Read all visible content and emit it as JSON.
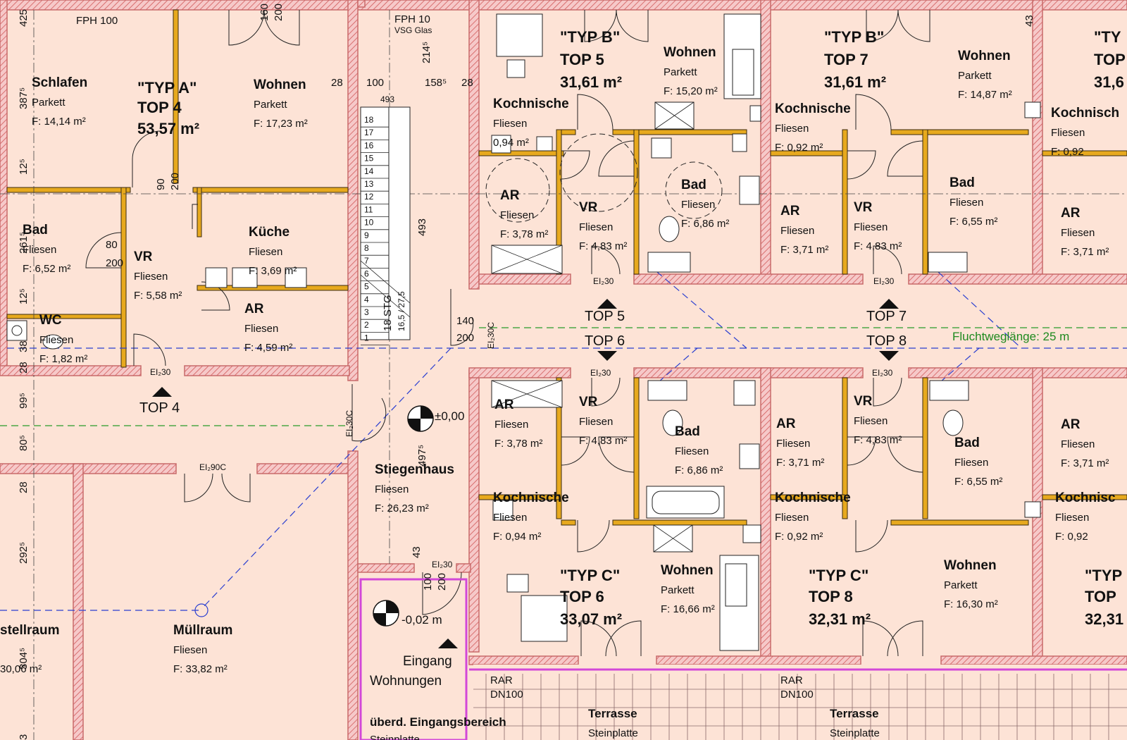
{
  "apartments": [
    {
      "type": "\"TYP A\"",
      "top": "TOP 4",
      "area": "53,57 m²"
    },
    {
      "type": "\"TYP B\"",
      "top": "TOP 5",
      "area": "31,61 m²"
    },
    {
      "type": "\"TYP B\"",
      "top": "TOP 7",
      "area": "31,61 m²"
    },
    {
      "type": "\"TYP C\"",
      "top": "TOP 6",
      "area": "33,07 m²"
    },
    {
      "type": "\"TYP C\"",
      "top": "TOP 8",
      "area": "32,31 m²"
    },
    {
      "type": "\"TY",
      "top": "TOP",
      "area": "31,6"
    },
    {
      "type": "\"TYP",
      "top": "TOP",
      "area": "32,31"
    }
  ],
  "rooms": [
    {
      "name": "Schlafen",
      "floor": "Parkett",
      "area": "F: 14,14 m²"
    },
    {
      "name": "Wohnen",
      "floor": "Parkett",
      "area": "F: 17,23 m²"
    },
    {
      "name": "Bad",
      "floor": "Fliesen",
      "area": "F: 6,52 m²"
    },
    {
      "name": "VR",
      "floor": "Fliesen",
      "area": "F: 5,58 m²"
    },
    {
      "name": "Küche",
      "floor": "Fliesen",
      "area": "F: 3,69 m²"
    },
    {
      "name": "WC",
      "floor": "Fliesen",
      "area": "F: 1,82 m²"
    },
    {
      "name": "AR",
      "floor": "Fliesen",
      "area": "F: 4,59 m²"
    },
    {
      "name": "Wohnen",
      "floor": "Parkett",
      "area": "F: 15,20 m²"
    },
    {
      "name": "Kochnische",
      "floor": "Fliesen",
      "area": "0,94 m²"
    },
    {
      "name": "AR",
      "floor": "Fliesen",
      "area": "F: 3,78 m²"
    },
    {
      "name": "VR",
      "floor": "Fliesen",
      "area": "F: 4,83 m²"
    },
    {
      "name": "Bad",
      "floor": "Fliesen",
      "area": "F: 6,86 m²"
    },
    {
      "name": "Wohnen",
      "floor": "Parkett",
      "area": "F: 14,87 m²"
    },
    {
      "name": "Kochnische",
      "floor": "Fliesen",
      "area": "F:        0,92 m²"
    },
    {
      "name": "AR",
      "floor": "Fliesen",
      "area": "F: 3,71 m²"
    },
    {
      "name": "VR",
      "floor": "Fliesen",
      "area": "F: 4,83 m²"
    },
    {
      "name": "Bad",
      "floor": "Fliesen",
      "area": "F: 6,55 m²"
    },
    {
      "name": "Kochnisch",
      "floor": "Fliesen",
      "area": "F:      0,92"
    },
    {
      "name": "AR",
      "floor": "Fliesen",
      "area": "F: 3,71 m²"
    },
    {
      "name": "AR",
      "floor": "Fliesen",
      "area": "F: 3,78 m²"
    },
    {
      "name": "VR",
      "floor": "Fliesen",
      "area": "F: 4,83 m²"
    },
    {
      "name": "Bad",
      "floor": "Fliesen",
      "area": "F: 6,86 m²"
    },
    {
      "name": "Kochnische",
      "floor": "Fliesen",
      "area": "F:          0,94 m²"
    },
    {
      "name": "Wohnen",
      "floor": "Parkett",
      "area": "F: 16,66 m²"
    },
    {
      "name": "AR",
      "floor": "Fliesen",
      "area": "F: 3,71 m²"
    },
    {
      "name": "VR",
      "floor": "Fliesen",
      "area": "F: 4,83 m²"
    },
    {
      "name": "Bad",
      "floor": "Fliesen",
      "area": "F: 6,55 m²"
    },
    {
      "name": "Kochnische",
      "floor": "Fliesen",
      "area": "F:          0,92 m²"
    },
    {
      "name": "Wohnen",
      "floor": "Parkett",
      "area": "F: 16,30 m²"
    },
    {
      "name": "AR",
      "floor": "Fliesen",
      "area": "F: 3,71 m²"
    },
    {
      "name": "Kochnisc",
      "floor": "Fliesen",
      "area": "F:      0,92"
    },
    {
      "name": "Stiegenhaus",
      "floor": "Fliesen",
      "area": "F:          26,23 m²"
    },
    {
      "name": "Müllraum",
      "floor": "Fliesen",
      "area": "F:   33,82 m²"
    },
    {
      "name": "stellraum",
      "floor": "",
      "area": "30,06 m²"
    }
  ],
  "labels": {
    "fph100": "FPH 100",
    "fph10": "FPH 10",
    "vsg": "VSG Glas",
    "flucht": "Fluchtweglänge: 25 m",
    "lvl0": "±0,00",
    "lvl1": "-0,02 m",
    "eingang1": "Eingang",
    "eingang2": "Wohnungen",
    "ueberd": "überd. Eingangsbereich",
    "ueberd2": "Steinplatte",
    "terrasse": "Terrasse",
    "steinplatte": "Steinplatte",
    "rar": "RAR",
    "dn100": "DN100",
    "stg": "18 STG",
    "stgdim": "16,5 / 27,5",
    "ei30": "EI",
    "ei30sub": "2",
    "ei30c": "EI₂30C",
    "ei90c": "EI₂90C",
    "ei30plain": "EI₂30",
    "top4": "TOP 4",
    "top5": "TOP 5",
    "top6": "TOP 6",
    "top7": "TOP 7",
    "top8": "TOP 8"
  },
  "dims": [
    "425",
    "387⁵",
    "12⁵",
    "261⁵",
    "12⁵",
    "38",
    "28",
    "99⁵",
    "80⁵",
    "28",
    "292⁵",
    "304⁵",
    "3",
    "100",
    "158⁵",
    "28",
    "28",
    "214⁵",
    "493",
    "497⁵",
    "43",
    "43",
    "80",
    "200",
    "160",
    "200",
    "90",
    "200",
    "140",
    "200",
    "100",
    "200"
  ],
  "stair_steps": [
    "18",
    "17",
    "16",
    "15",
    "14",
    "13",
    "12",
    "11",
    "10",
    "9",
    "8",
    "7",
    "6",
    "5",
    "4",
    "3",
    "2",
    "1"
  ],
  "colors": {
    "room": "#fde3d6",
    "wall_hatch": "#d86a6a",
    "partition": "#e7a91e",
    "escape": "#2b3fd0",
    "flucht": "#2a9b2a",
    "magenta": "#d248d8"
  }
}
